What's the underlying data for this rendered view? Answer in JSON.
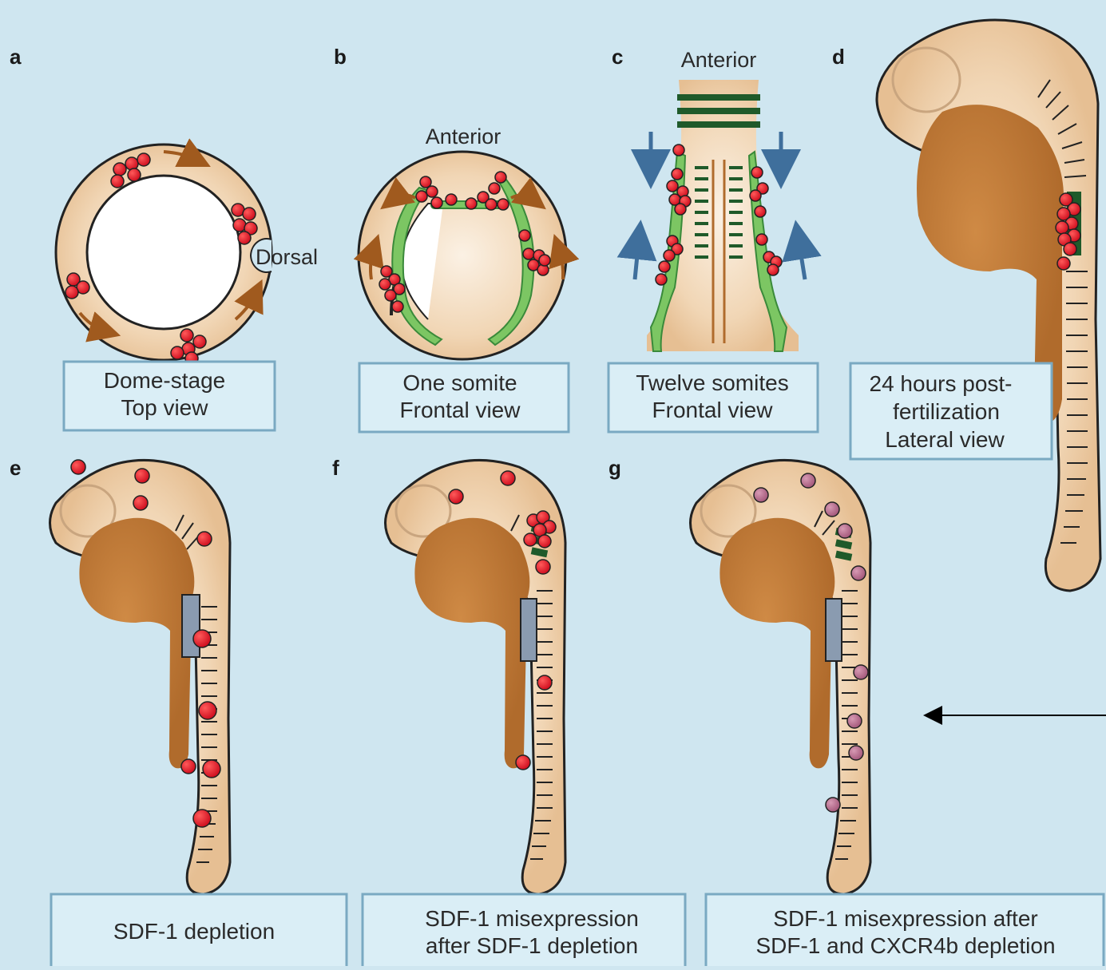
{
  "panels": {
    "a": {
      "letter": "a",
      "caption_line1": "Dome-stage",
      "caption_line2": "Top view",
      "dorsal": "Dorsal"
    },
    "b": {
      "letter": "b",
      "caption_line1": "One somite",
      "caption_line2": "Frontal view",
      "anterior": "Anterior"
    },
    "c": {
      "letter": "c",
      "caption_line1": "Twelve somites",
      "caption_line2": "Frontal view",
      "anterior": "Anterior"
    },
    "d": {
      "letter": "d",
      "caption_line1": "24 hours post-",
      "caption_line2": "fertilization",
      "caption_line3": "Lateral view"
    },
    "e": {
      "letter": "e",
      "caption_line1": "SDF-1 depletion"
    },
    "f": {
      "letter": "f",
      "caption_line1": "SDF-1 misexpression",
      "caption_line2": "after SDF-1 depletion"
    },
    "g": {
      "letter": "g",
      "caption_line1": "SDF-1 misexpression after",
      "caption_line2": "SDF-1 and CXCR4b depletion"
    }
  },
  "colors": {
    "background": "#cfe6f0",
    "embryo_tissue": "#f3dcc0",
    "yolk": "#c07a35",
    "germ_cell": "#e0202a",
    "germ_cell_mutant": "#b76a8a",
    "mesoderm": "#7cc663",
    "somite": "#1f5a2a",
    "migration_arrow": "#a05a1e",
    "convergence_arrow": "#3f6f9c",
    "ectopic_source": "#8a9bb0"
  },
  "icons": {
    "germ_cell": "red-circle",
    "pointer": "left-arrow"
  }
}
